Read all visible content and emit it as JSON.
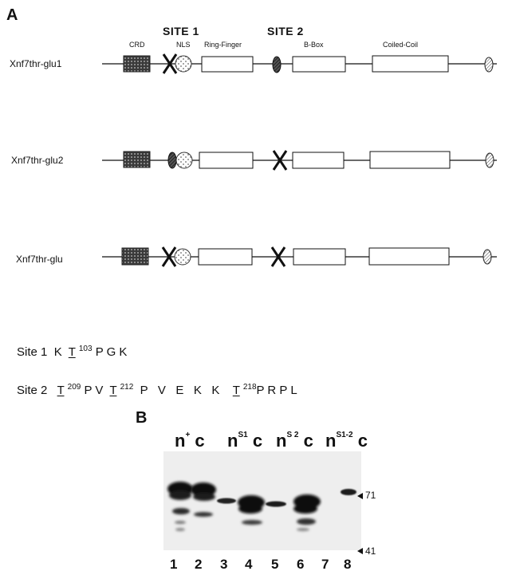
{
  "panel_a": {
    "label": "A",
    "site_headers": [
      "SITE 1",
      "SITE 2"
    ],
    "domain_labels": {
      "crd": "CRD",
      "nls": "NLS",
      "ring_finger": "Ring-Finger",
      "b_box": "B-Box",
      "coiled_coil": "Coiled-Coil"
    },
    "constructs": [
      {
        "name": "Xnf7thr-glu1",
        "site1_mutated": true,
        "site2_mutated": false
      },
      {
        "name": "Xnf7thr-glu2",
        "site1_mutated": false,
        "site2_mutated": true
      },
      {
        "name": "Xnf7thr-glu",
        "site1_mutated": true,
        "site2_mutated": true
      }
    ],
    "sequences": {
      "site1": {
        "label": "Site 1",
        "seq": "K T 103 P G K"
      },
      "site2": {
        "label": "Site 2",
        "seq": "T 209 P V T 212 P V E K K T 218 P R P L"
      }
    }
  },
  "panel_b": {
    "label": "B",
    "lane_headers": [
      {
        "n": "n",
        "sup": "+",
        "c": "c"
      },
      {
        "n": "n",
        "sup": "S1",
        "c": "c"
      },
      {
        "n": "n",
        "sup": "S 2",
        "c": "c"
      },
      {
        "n": "n",
        "sup": "S1-2",
        "c": "c"
      }
    ],
    "lane_numbers": [
      "1",
      "2",
      "3",
      "4",
      "5",
      "6",
      "7",
      "8"
    ],
    "markers": [
      "71",
      "41"
    ]
  }
}
